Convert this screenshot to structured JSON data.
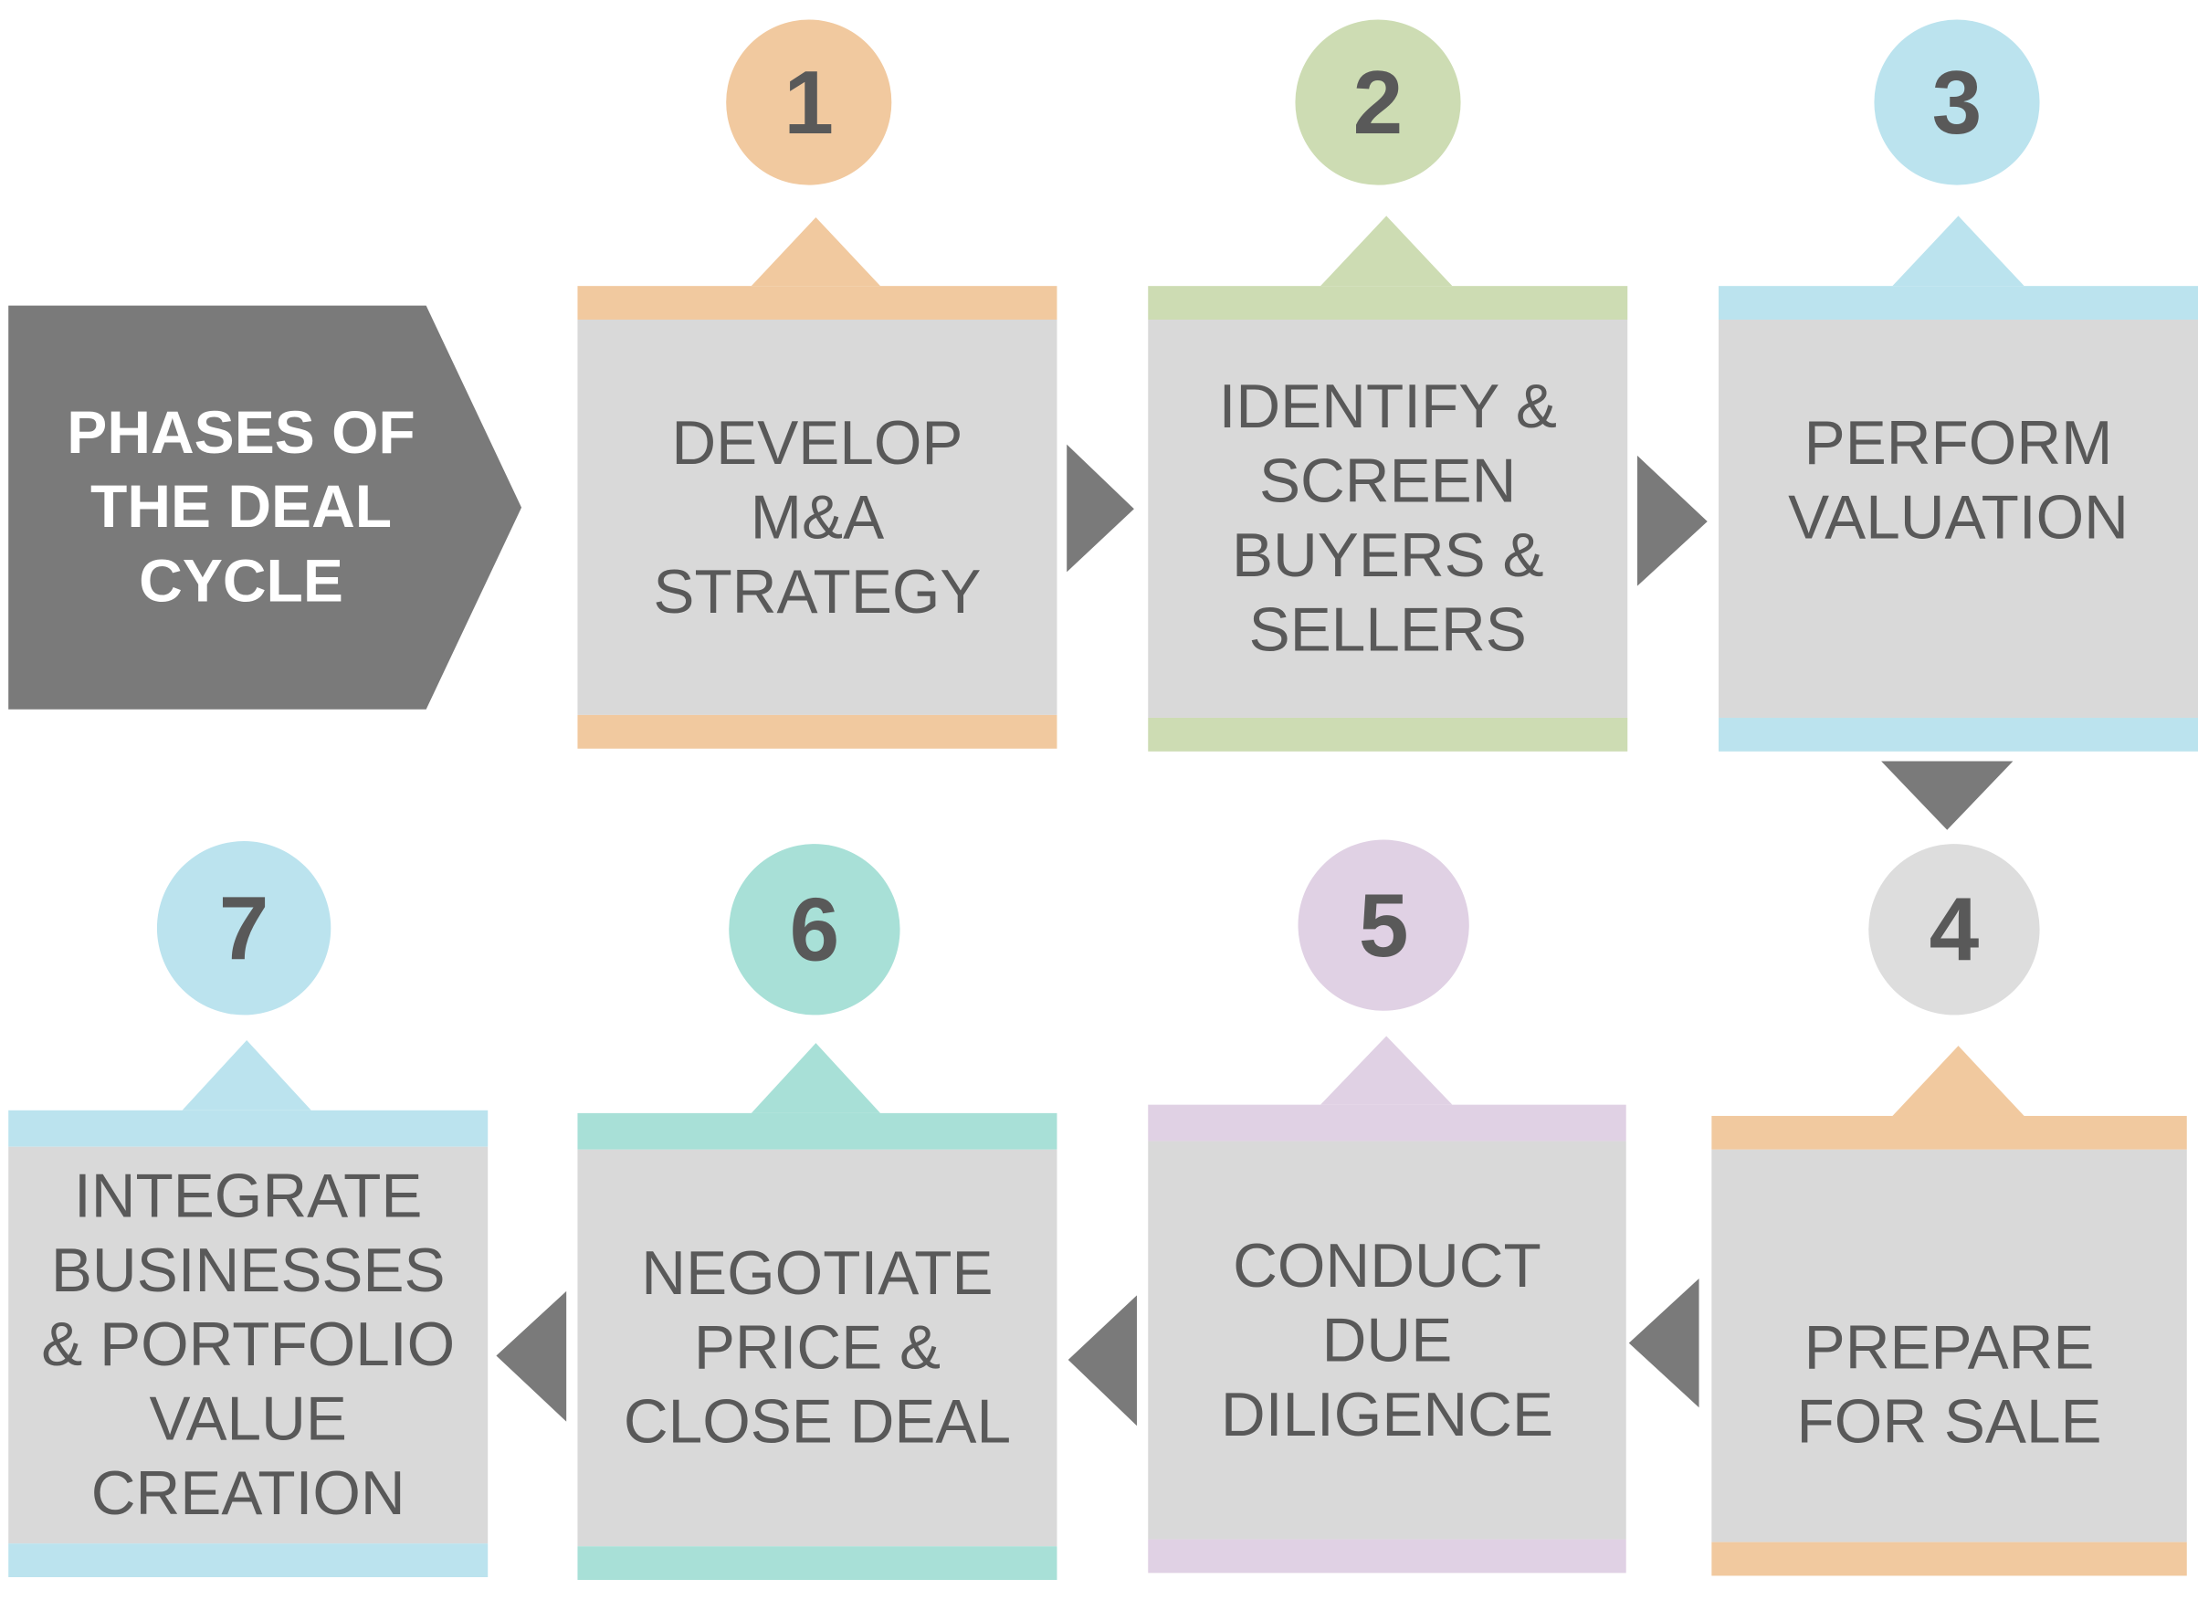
{
  "diagram": {
    "title": "PHASES OF\nTHE DEAL\nCYCLE",
    "colors": {
      "box_fill": "#d9d9d9",
      "text": "#595959",
      "title_fill": "#7a7a7a",
      "arrow": "#7a7a7a"
    },
    "steps": [
      {
        "number": "1",
        "label": "DEVELOP\nM&A\nSTRATEGY",
        "color": "#f1c99f"
      },
      {
        "number": "2",
        "label": "IDENTIFY &\nSCREEN\nBUYERS &\nSELLERS",
        "color": "#cddcb3"
      },
      {
        "number": "3",
        "label": "PERFORM\nVALUATION",
        "color": "#bbe3ee"
      },
      {
        "number": "4",
        "label": "PREPARE\nFOR SALE",
        "color": "#dddddd",
        "accent": "#f1c99f"
      },
      {
        "number": "5",
        "label": "CONDUCT\nDUE\nDILIGENCE",
        "color": "#e0d1e4"
      },
      {
        "number": "6",
        "label": "NEGOTIATE\nPRICE &\nCLOSE DEAL",
        "color": "#a8e0d7"
      },
      {
        "number": "7",
        "label": "INTEGRATE\nBUSINESSES\n& PORTFOLIO\nVALUE\nCREATION",
        "color": "#bbe3ee"
      }
    ]
  }
}
